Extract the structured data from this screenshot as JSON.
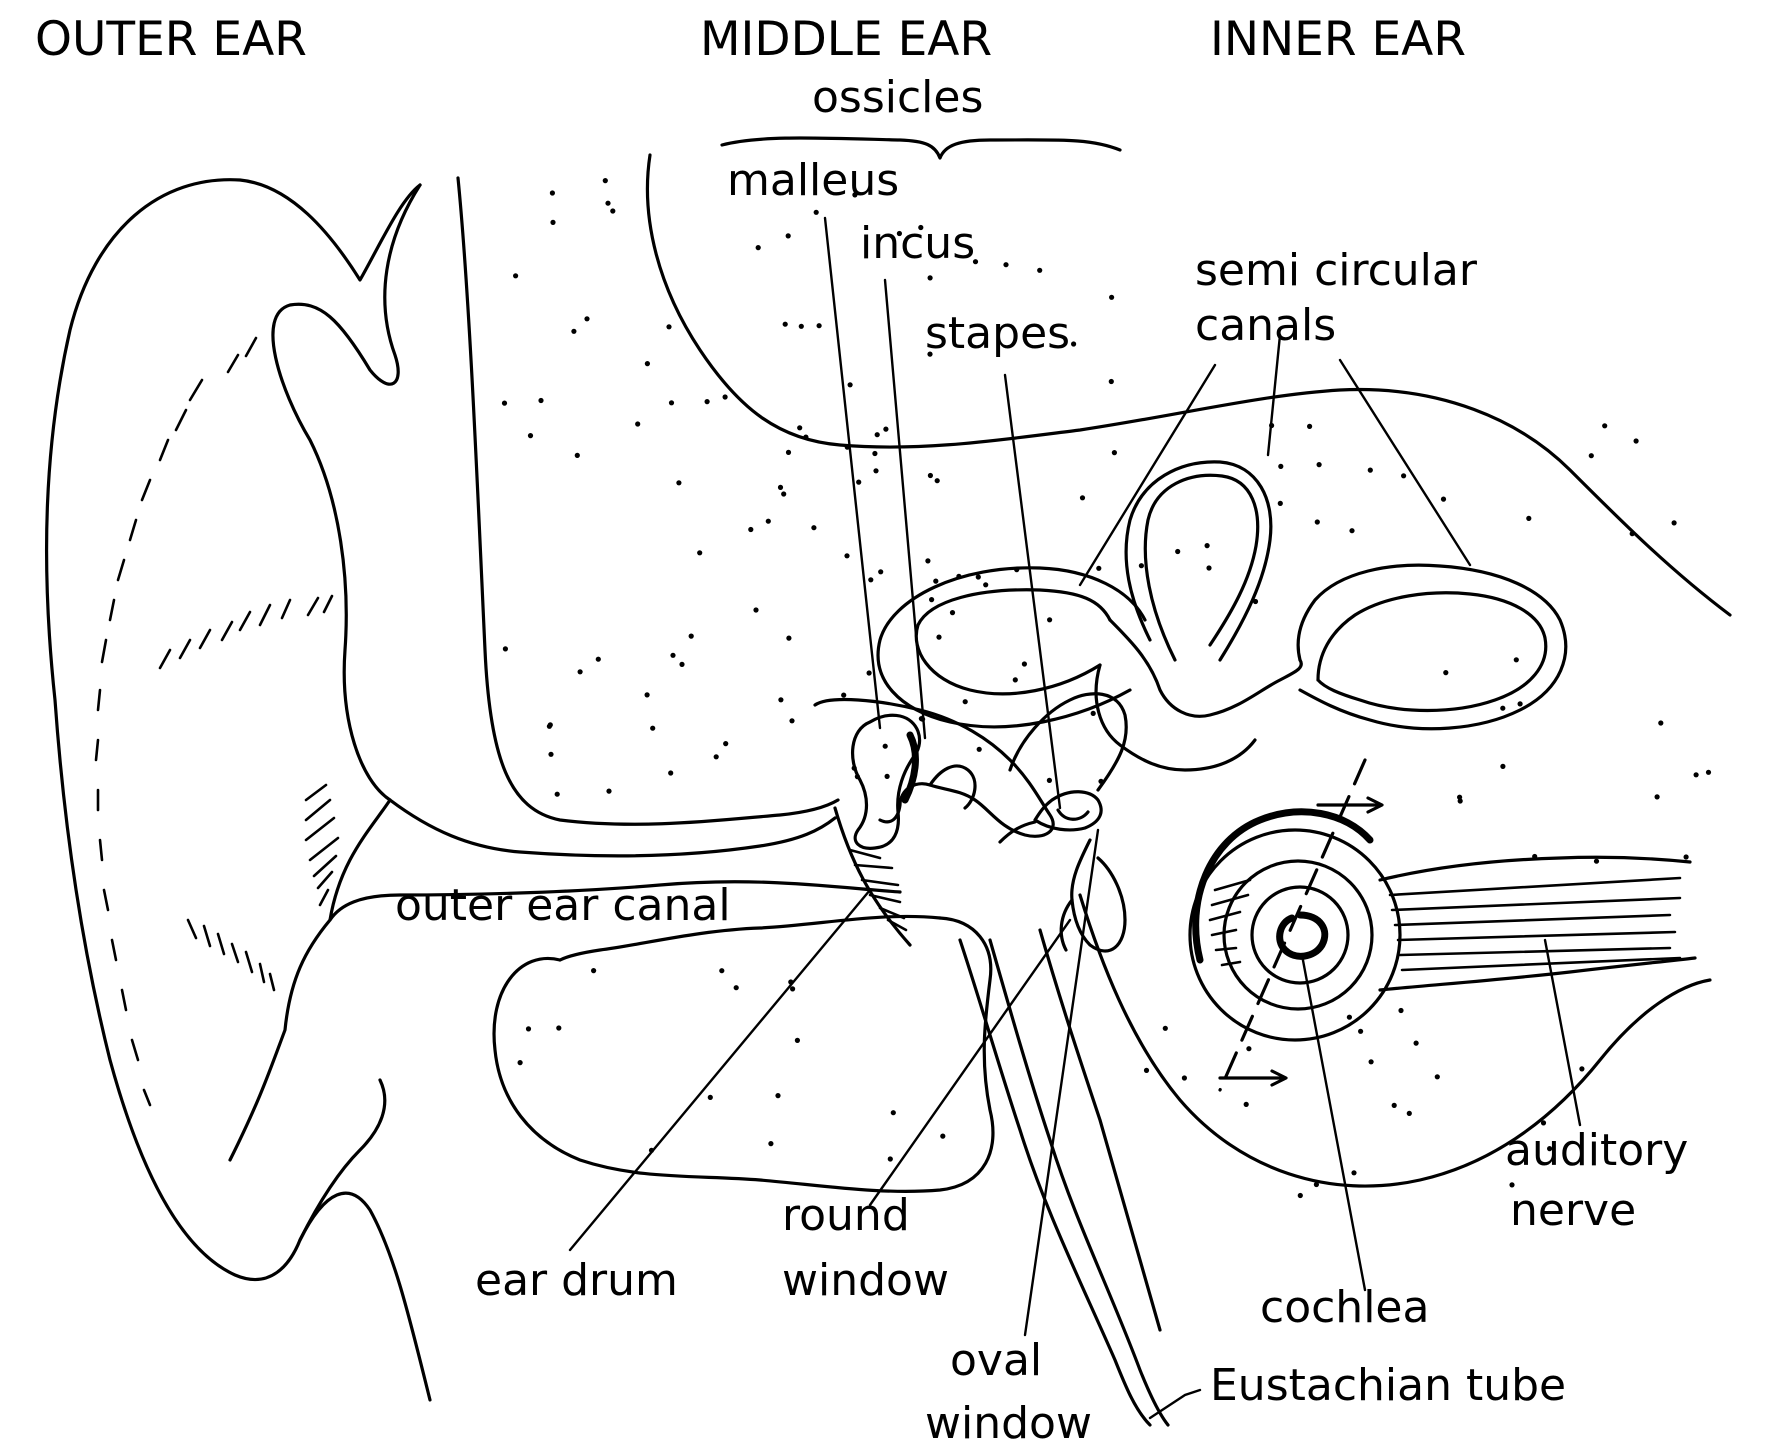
{
  "sections": {
    "outer": "OUTER EAR",
    "middle": "MIDDLE EAR",
    "inner": "INNER EAR"
  },
  "group_label": "ossicles",
  "labels": {
    "malleus": "malleus",
    "incus": "incus",
    "stapes": "stapes",
    "semicircular_1": "semi circular",
    "semicircular_2": "canals",
    "outer_ear_canal": "outer ear canal",
    "ear_drum": "ear drum",
    "round_window_1": "round",
    "round_window_2": "window",
    "oval_window_1": "oval",
    "oval_window_2": "window",
    "cochlea": "cochlea",
    "eustachian_tube": "Eustachian tube",
    "auditory_nerve_1": "auditory",
    "auditory_nerve_2": "nerve"
  },
  "style": {
    "ink": "#000000",
    "background": "#ffffff"
  }
}
